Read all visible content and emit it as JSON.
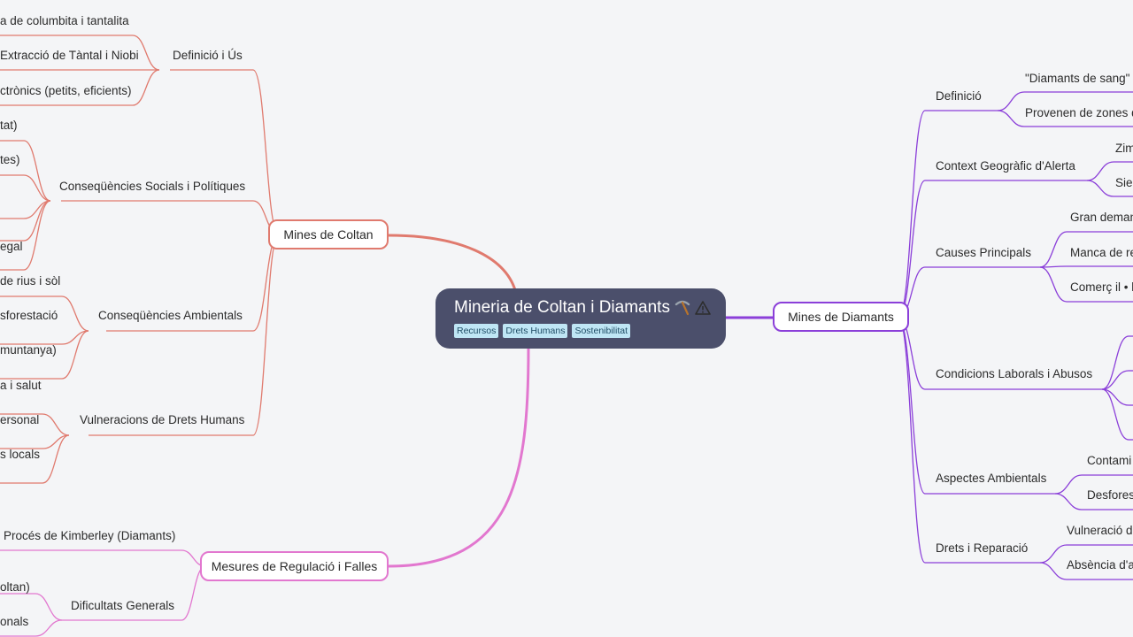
{
  "central": {
    "title": "Mineria de Coltan i Diamants",
    "icon_pick": "pickaxe-icon",
    "icon_warning": "warning-icon",
    "tags": [
      "Recursos",
      "Drets Humans",
      "Sostenibilitat"
    ]
  },
  "colors": {
    "background": "#f4f5f7",
    "central_bg": "#4b4f6b",
    "coltan": "#e07a6e",
    "diamants": "#8b3fd9",
    "mesures": "#e277cf",
    "tag_bg": "#bfe6f5"
  },
  "left": {
    "coltan": {
      "label": "Mines de Coltan",
      "subs": [
        {
          "label": "Definició i Ús",
          "items": [
            "a de columbita i tantalita",
            "Extracció de Tàntal i Niobi",
            "ctrònics (petits, eficients)"
          ]
        },
        {
          "label": "Conseqüències Socials i Polítiques",
          "items": [
            "tat)",
            "tes)",
            "",
            "",
            "egal"
          ]
        },
        {
          "label": "Conseqüències Ambientals",
          "items": [
            "de rius i sòl",
            "sforestació",
            "muntanya)"
          ]
        },
        {
          "label": "Vulneracions de Drets Humans",
          "items": [
            "a i salut",
            "ersonal",
            "s locals"
          ]
        }
      ]
    },
    "mesures": {
      "label": "Mesures de Regulació i Falles",
      "subs": [
        {
          "label": "Procés de Kimberley (Diamants)",
          "items": []
        },
        {
          "label": "Dificultats Generals",
          "items": [
            "oltan)",
            "onals"
          ]
        }
      ]
    }
  },
  "right": {
    "diamants": {
      "label": "Mines de Diamants",
      "subs": [
        {
          "label": "Definició",
          "items": [
            "\"Diamants de sang\"",
            "Provenen de zones q"
          ]
        },
        {
          "label": "Context Geogràfic d'Alerta",
          "items": [
            "Zim",
            "Sier"
          ]
        },
        {
          "label": "Causes Principals",
          "items": [
            "Gran deman",
            "Manca de re",
            "Comerç il • l"
          ]
        },
        {
          "label": "Condicions Laborals i Abusos",
          "items": [
            "",
            "",
            "",
            ""
          ]
        },
        {
          "label": "Aspectes Ambientals",
          "items": [
            "Contami",
            "Desfores"
          ]
        },
        {
          "label": "Drets i Reparació",
          "items": [
            "Vulneració d",
            "Absència d'a"
          ]
        }
      ]
    }
  }
}
